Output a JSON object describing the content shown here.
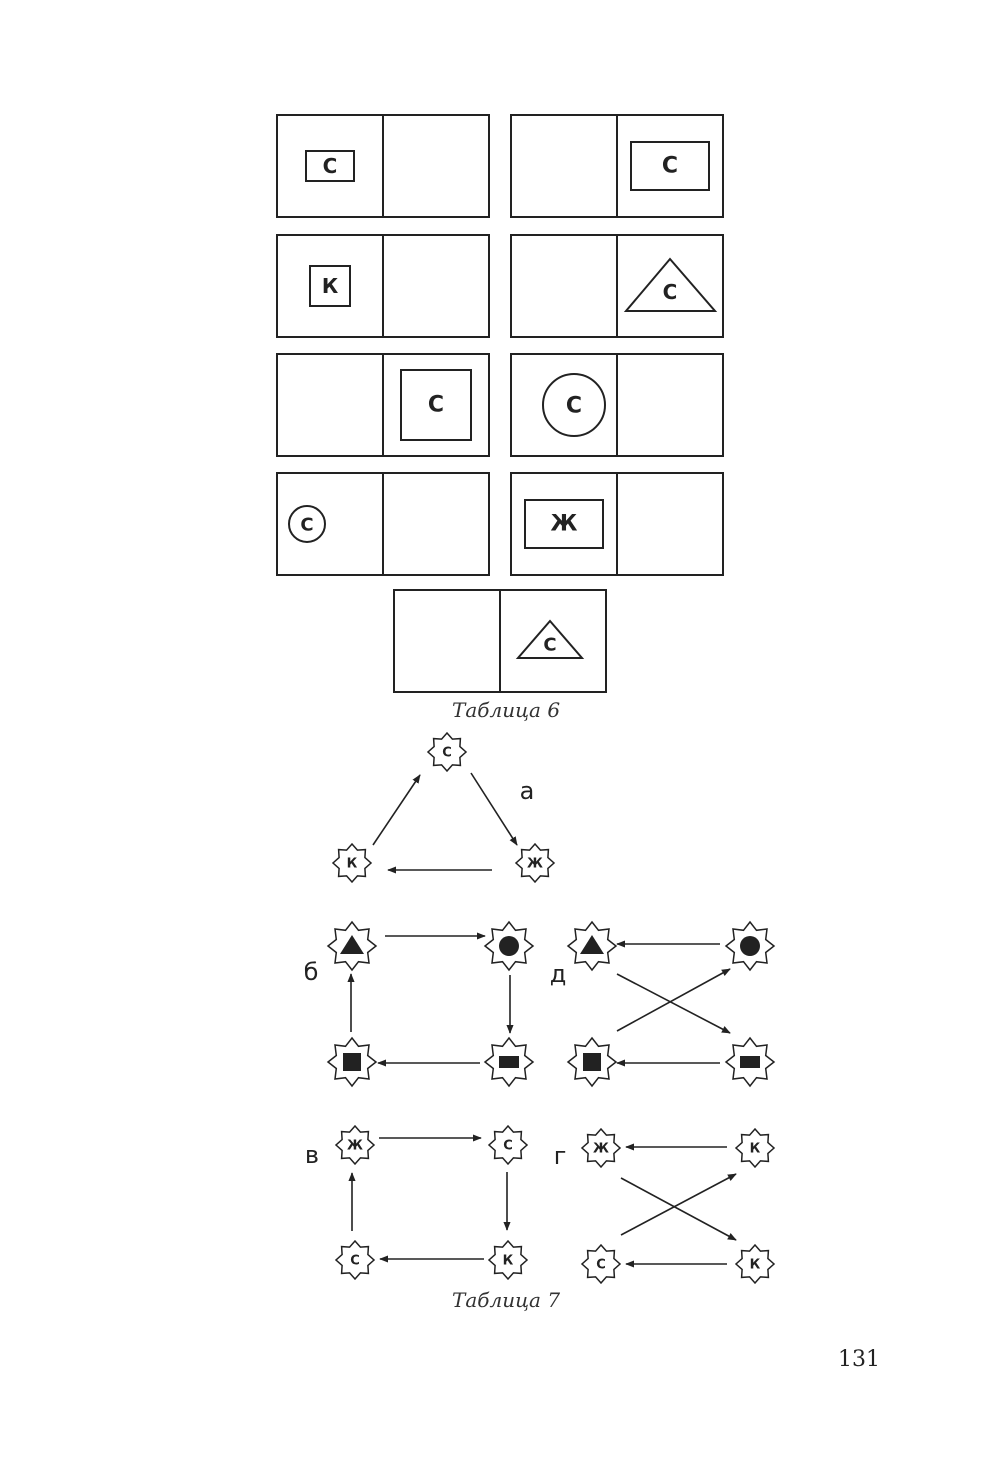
{
  "table6": {
    "caption": "Таблица 6",
    "cards": [
      {
        "shape": "rect-small",
        "side": "left",
        "letter": "С"
      },
      {
        "shape": "rect-wide",
        "side": "right",
        "letter": "С"
      },
      {
        "shape": "square-small",
        "side": "left",
        "letter": "К"
      },
      {
        "shape": "triangle-large",
        "side": "right",
        "letter": "С"
      },
      {
        "shape": "square-large",
        "side": "right",
        "letter": "С"
      },
      {
        "shape": "circle-large",
        "side": "left",
        "letter": "С"
      },
      {
        "shape": "circle-small",
        "side": "left",
        "letter": "С"
      },
      {
        "shape": "rect-wide",
        "side": "left",
        "letter": "Ж"
      },
      {
        "shape": "triangle-small",
        "side": "right",
        "letter": "С"
      }
    ]
  },
  "table7": {
    "caption": "Таблица 7",
    "diagrams": {
      "a": {
        "label": "а",
        "nodes": [
          "С",
          "Ж",
          "К"
        ]
      },
      "b": {
        "label": "б",
        "nodes": [
          "triangle",
          "circle",
          "bar",
          "square"
        ]
      },
      "v": {
        "label": "в",
        "nodes": [
          "Ж",
          "С",
          "К",
          "С"
        ]
      },
      "g": {
        "label": "г",
        "nodes": [
          "Ж",
          "К",
          "С",
          "К"
        ]
      },
      "d": {
        "label": "д",
        "nodes": [
          "triangle",
          "circle",
          "square",
          "bar"
        ]
      }
    }
  },
  "page_number": "131"
}
